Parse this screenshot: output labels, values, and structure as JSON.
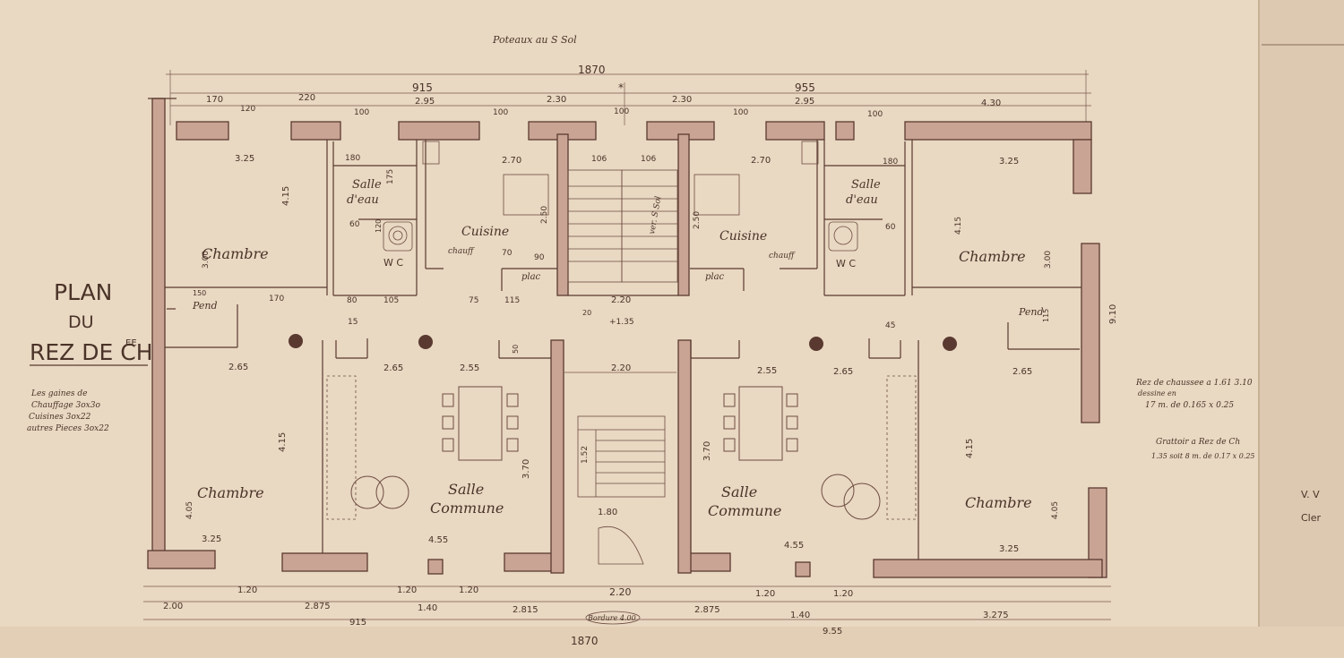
{
  "header_note": "Poteaux au S Sol",
  "title": {
    "line1": "PLAN",
    "line2": "DU",
    "line3": "REZ DE CH"
  },
  "title_sup": "EE",
  "left_note": [
    "Les gaines de",
    "Chauffage 3ox3o",
    "Cuisines 3ox22",
    "autres Pieces 3ox22"
  ],
  "right_note": [
    "Rez de chaussee a 1.61 3.10",
    "dessine en",
    "17 m. de 0.165 x 0.25",
    "Grattoir a Rez de Ch",
    "1.35 soit 8 m. de 0.17 x 0.25"
  ],
  "right_edge": [
    "V. V",
    "Cler"
  ],
  "dims_top": {
    "total": "1870",
    "half_left": "915",
    "half_right": "955",
    "left_spans": [
      "170",
      "220",
      "2.95",
      "2.30"
    ],
    "right_spans": [
      "2.30",
      "2.95",
      "4.30"
    ],
    "openings": [
      "120",
      "100",
      "100",
      "100",
      "100",
      "100"
    ]
  },
  "dims_bottom": {
    "total": "1870",
    "half_left": "915",
    "half_right": "9.55",
    "left": [
      "2.00",
      "1.20",
      "2.875",
      "1.20",
      "1.20",
      "1.40",
      "2.815"
    ],
    "right": [
      "2.875",
      "1.20",
      "1.40",
      "1.20",
      "3.275"
    ],
    "center": "2.20",
    "stamp": "Bordure 4.00"
  },
  "dim_right_side": "9.10",
  "rooms": {
    "chambre": "Chambre",
    "salle_deau": "Salle d'eau",
    "wc": "W C",
    "cuisine": "Cuisine",
    "chauff": "chauff",
    "placard": "plac",
    "pend": "Pend",
    "salle_commune": "Salle Commune"
  },
  "stair_labels": {
    "up": "ver. S Sol"
  },
  "room_dims": {
    "ch_top_left": "3.25",
    "ch_top_left_h": "4.15",
    "ch_top_left_w": "3.00",
    "sde_left_w": "180",
    "sde_left_h": "175",
    "cuis_left_w": "2.70",
    "cuis_left_h": "2.50",
    "stair_top": [
      "106",
      "106"
    ],
    "cuis_right_w": "2.70",
    "cuis_right_h": "2.50",
    "sde_right_w": "180",
    "ch_top_right": "3.25",
    "ch_top_right_h": "4.15",
    "ch_top_right_w": "3.00",
    "hall_center": "2.20",
    "hall_center_b": "2.20",
    "level": "+1.35",
    "ch_bot_left_w": "2.65",
    "ch_bot_left_h": "4.15",
    "ch_bot_left_h2": "4.05",
    "ch_bot_left_b": "3.25",
    "sc_left_w1": "2.65",
    "sc_left_w2": "2.55",
    "sc_left_h": "3.70",
    "sc_left_b": "4.55",
    "stair_b": "1.80",
    "stair_b_side": "1.52",
    "sc_right_w1": "2.55",
    "sc_right_w2": "2.65",
    "sc_right_h": "3.70",
    "sc_right_b": "4.55",
    "ch_bot_right_w": "2.65",
    "ch_bot_right_h": "4.15",
    "ch_bot_right_h2": "4.05",
    "ch_bot_right_b": "3.25"
  },
  "small_dims": [
    "120",
    "60",
    "60",
    "80",
    "105",
    "115",
    "75",
    "90",
    "70",
    "45",
    "150",
    "170",
    "115",
    "15",
    "50",
    "20"
  ]
}
